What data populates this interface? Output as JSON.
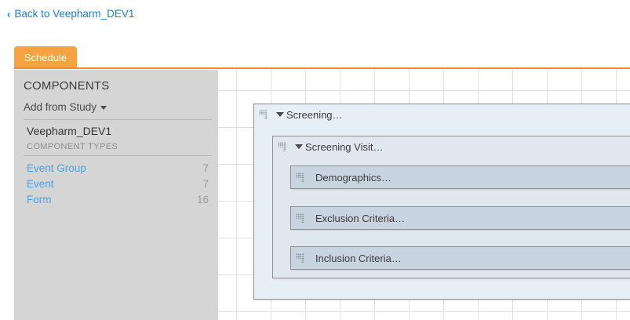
{
  "header": {
    "back_link": "Back to Veepharm_DEV1",
    "back_chevron": "‹"
  },
  "tabs": [
    {
      "label": "Schedule",
      "active": true
    }
  ],
  "sidebar": {
    "title": "COMPONENTS",
    "add_from_study": "Add from Study",
    "study_name": "Veepharm_DEV1",
    "component_types_label": "COMPONENT TYPES",
    "component_types": [
      {
        "label": "Event Group",
        "count": "7"
      },
      {
        "label": "Event",
        "count": "7"
      },
      {
        "label": "Form",
        "count": "16"
      }
    ]
  },
  "canvas": {
    "group": {
      "label": "Screening…",
      "visit": {
        "label": "Screening Visit…",
        "forms": [
          {
            "label": "Demographics…"
          },
          {
            "label": "Exclusion Criteria…"
          },
          {
            "label": "Inclusion Criteria…"
          }
        ]
      }
    }
  },
  "colors": {
    "tab_active": "#f5a340",
    "tab_underline": "#f08a28",
    "link_blue": "#1a7fd4",
    "type_link_blue": "#4fa3dd",
    "sidebar_bg": "#d5d5d5",
    "group_box": "#e6eff5",
    "visit_box": "#e0e7ee",
    "form_box": "#c8d4e0"
  }
}
